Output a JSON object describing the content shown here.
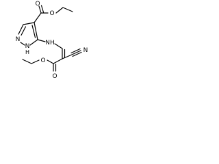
{
  "molecule": {
    "atoms": {
      "o_carbonyl_top": "O",
      "o_ester_top": "O",
      "n_pyrazole": "N",
      "nh_pyrazole": "N",
      "h_pyrazole": "H",
      "nh_amine": "NH",
      "n_nitrile": "N",
      "o_carbonyl_bottom": "O",
      "o_ester_bottom": "O"
    }
  }
}
